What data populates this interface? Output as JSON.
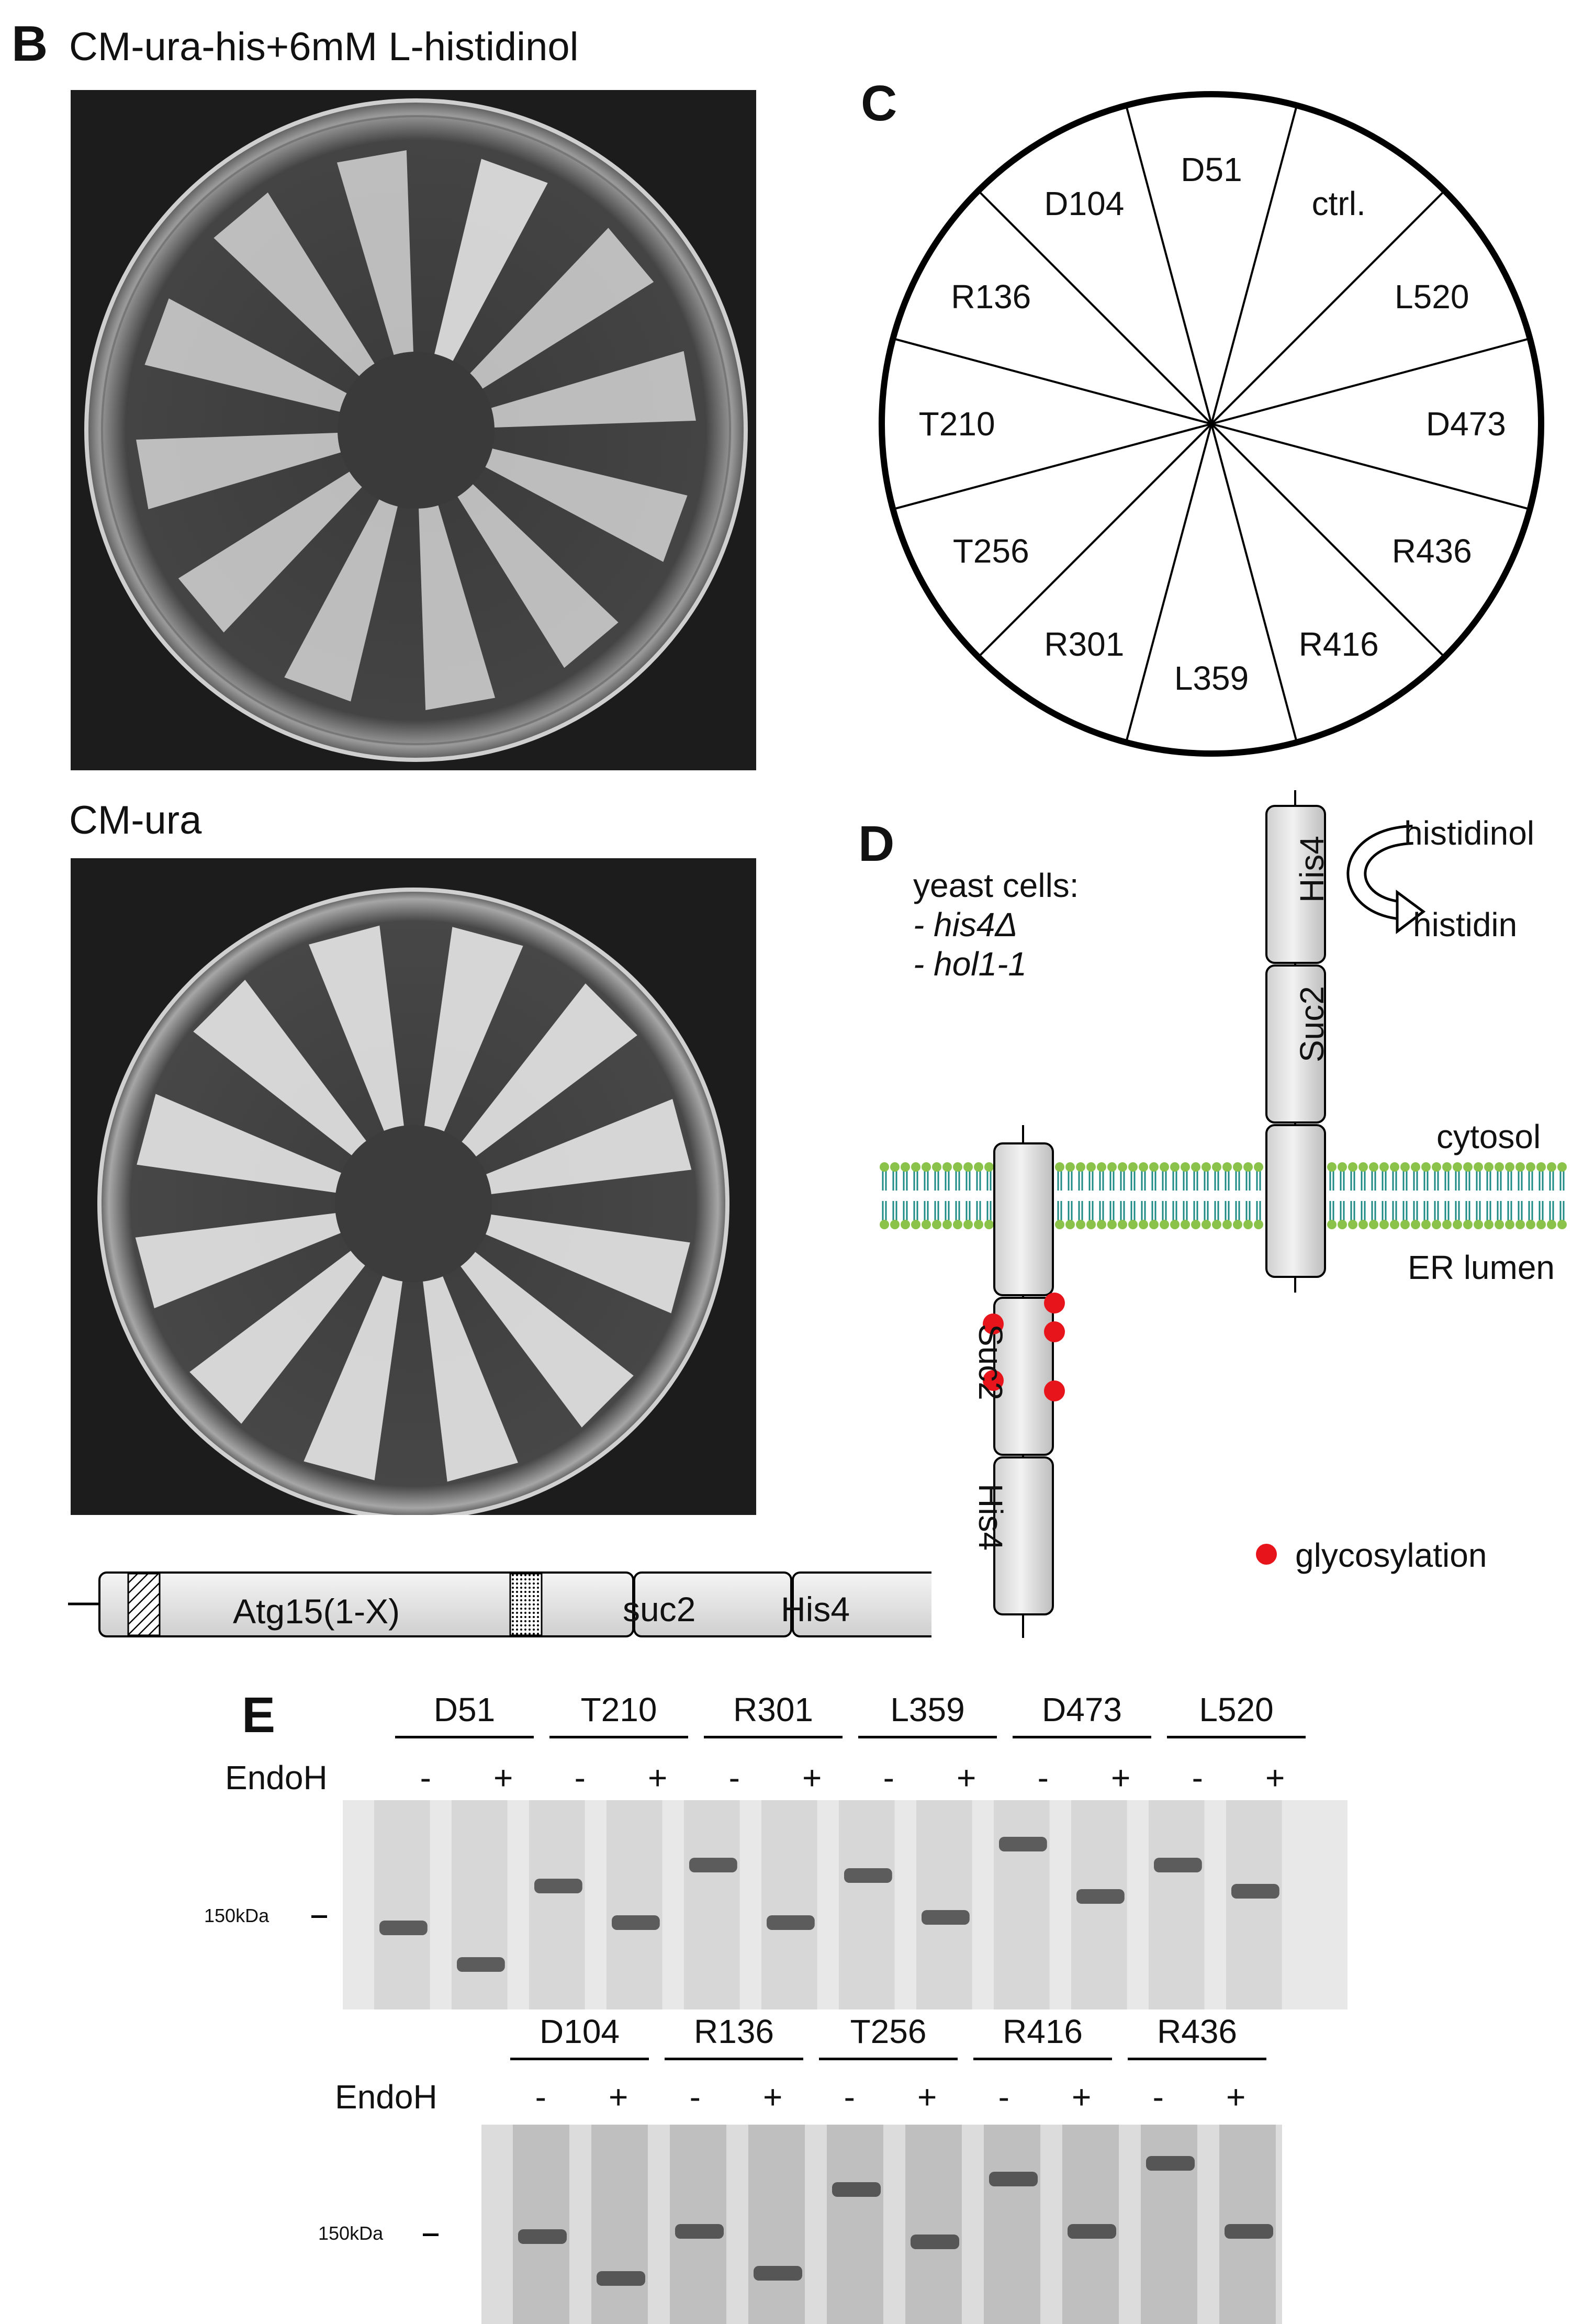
{
  "panel_b": {
    "letter": "B",
    "plate_top_label": "CM-ura-his+6mM L-histidinol",
    "plate_bottom_label": "CM-ura",
    "construct": {
      "segments": [
        "Atg15(1-X)",
        "suc2",
        "His4"
      ]
    }
  },
  "panel_c": {
    "letter": "C",
    "sectors": [
      "D51",
      "ctrl.",
      "L520",
      "D473",
      "R436",
      "R416",
      "L359",
      "R301",
      "T256",
      "T210",
      "R136",
      "D104"
    ]
  },
  "panel_d": {
    "letter": "D",
    "yeast_title": "yeast cells:",
    "yeast_items": [
      "- his4Δ",
      "- hol1-1"
    ],
    "his4": "His4",
    "suc2": "Suc2",
    "histidinol": "histidinol",
    "histidin": "histidin",
    "cytosol": "cytosol",
    "er_lumen": "ER lumen",
    "glycosylation": "glycosylation",
    "colors": {
      "glycosylation": "#e8141c",
      "membrane_head": "#8bc34a",
      "membrane_tail": "#1e8a86"
    }
  },
  "panel_e": {
    "letter": "E",
    "row1": {
      "samples": [
        "D51",
        "T210",
        "R301",
        "L359",
        "D473",
        "L520"
      ],
      "endoh": "EndoH",
      "minus": "-",
      "plus": "+",
      "marker": "150kDa"
    },
    "row2": {
      "samples": [
        "D104",
        "R136",
        "T256",
        "R416",
        "R436"
      ],
      "endoh": "EndoH",
      "minus": "-",
      "plus": "+",
      "marker": "150kDa"
    }
  }
}
